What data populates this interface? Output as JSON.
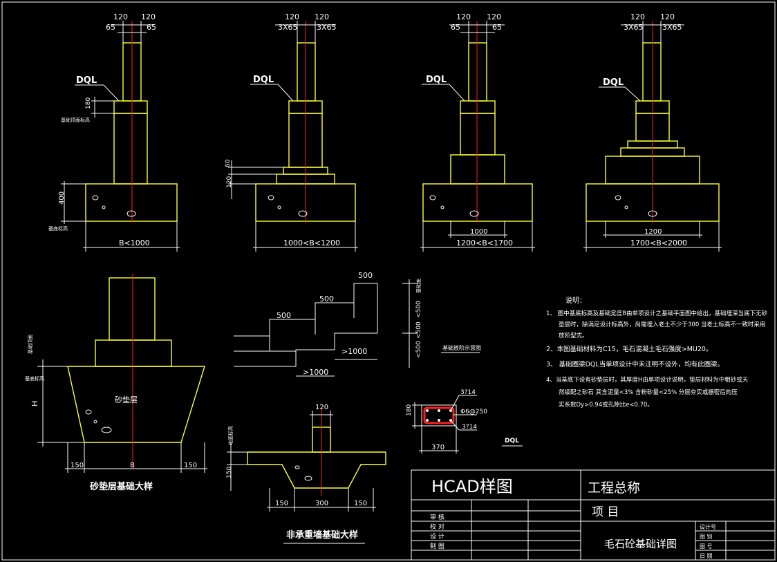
{
  "sections": {
    "s1": {
      "label": "DQL",
      "w_left": "120",
      "w_right": "120",
      "o_left": "65",
      "o_right": "65",
      "h180": "180",
      "h400": "400",
      "small1": "基础顶面标高",
      "small2": "基底标高",
      "bottom": "B<1000"
    },
    "s2": {
      "label": "DQL",
      "w_left": "120",
      "w_right": "120",
      "o_left": "3X65",
      "o_right": "3X65",
      "h60": "60",
      "h120": "120",
      "bottom": "1000<B<1200"
    },
    "s3": {
      "label": "DQL",
      "w_left": "120",
      "w_right": "120",
      "o_left": "65",
      "o_right": "65",
      "inner": "1000",
      "bottom": "1200<B<1700"
    },
    "s4": {
      "label": "DQL",
      "w_left": "120",
      "w_right": "120",
      "o_left": "3X65",
      "o_right": "3X65",
      "inner": "1200",
      "bottom": "1700<B<2000"
    }
  },
  "sand": {
    "title": "砂垫层基础大样",
    "fill_label": "砂垫层",
    "h": "H",
    "b": "B",
    "d_left": "150",
    "d_right": "150",
    "lab1": "基础顶面",
    "lab2": "基底标高"
  },
  "step": {
    "s500a": "500",
    "s500b": "500",
    "s500c": "500",
    "g1000a": ">1000",
    "g1000b": ">1000",
    "v500a": "<500",
    "v500b": "<500",
    "v500c": "<500",
    "vtop": "基础底",
    "caption": "基础放阶示意图"
  },
  "nonload": {
    "title": "非承重墙基础大样",
    "w120": "120",
    "h150": "150",
    "d1": "150",
    "d2": "300",
    "d3": "150",
    "lab": "地面标高"
  },
  "dql": {
    "top": "3?14",
    "mid": "Φ6@250",
    "bot": "3?14",
    "h180": "180",
    "w370": "370",
    "caption": "DQL"
  },
  "notes": {
    "title": "说明：",
    "n1": "1、  图中基底标高及基础宽度B由单项设计之基础平面图中给出，基础埋深当底下无砂",
    "n1b": "垫层时，除满足设计标高外，尚需埋入老土不少于300 当老土标高不一致时采用",
    "n1c": "放阶型式。",
    "n2": "2、本图基础材料为C15，毛石混凝土毛石强度>MU20。",
    "n3": "3、 基础圈梁DQL当单项设计中未注明不设外，均有此圈梁。",
    "n4": "4、当基底下设有砂垫层时，其厚度H由单项设计说明，垫层材料为中粗砂或天",
    "n4b": "然级配之砂石 其含泥量<3% 含粉砂量<25% 分层夯实或振密后的压",
    "n4c": "实系数Dy>0.94或孔隙比e<0.70。"
  },
  "titleblock": {
    "hcad": "HCAD样图",
    "project_total": "工程总称",
    "project": "项    目",
    "drawing": "毛石砼基础详图",
    "r1": "审 核",
    "r2": "校 对",
    "r3": "设 计",
    "r4": "制 图",
    "c1": "设计号",
    "c2": "图 别",
    "c3": "图 号",
    "c4": "日 期"
  }
}
